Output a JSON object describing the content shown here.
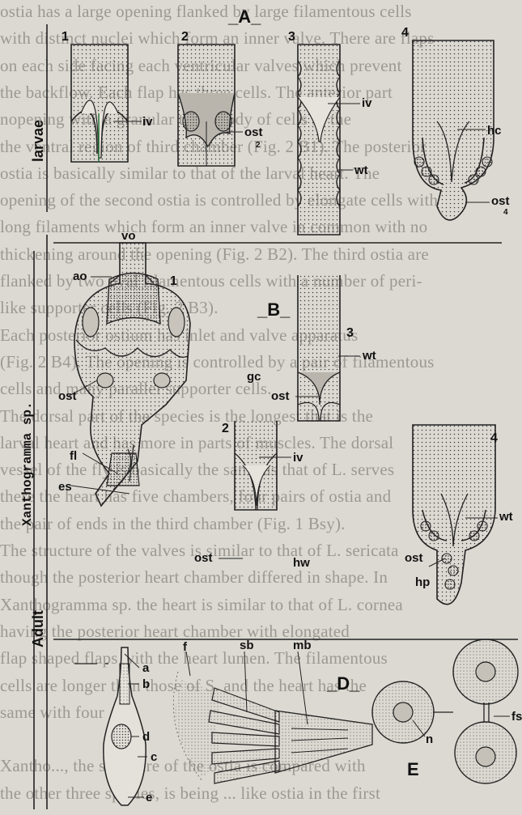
{
  "background_text": [
    "ostia has a large opening flanked by large filamentous cells",
    "with distinct nuclei which form an inner valve. There are flaps",
    "on each side facing each ventricular valves which prevent",
    "the backflow. Each flap has three cells. The anterior part",
    "nopening with a granular thick body of cells in the",
    "the ventral region of third chamber (Fig. 2 B1). The posterior",
    "ostia is basically similar to that of the larval heart. The",
    "opening of the second ostia is controlled by elongate cells with",
    "long filaments which form an inner valve in common with no",
    "thickening around the opening (Fig. 2 B2). The third ostia are",
    "flanked by two oval filamentous cells with a number of peri-",
    "like supporter cells (Fig. 2 B3).",
    "Each posterior ostium has inlet and valve apparatus",
    "(Fig. 2 B4). The opening is controlled by a pair of filamentous",
    "cells and many parallel supporter cells.",
    "The dorsal part of the species is the longest that is the",
    "larval heart and has more in parts of muscles. The dorsal",
    "vessel of the fly is basically the same as that of L. serves",
    "there the heart has five chambers, four pairs of ostia and",
    "the pair of ends in the third chamber (Fig. 1 Bsy).",
    "The structure of the valves is similar to that of L. sericata",
    "though the posterior heart chamber differed in shape. In",
    "Xanthogramma sp. the heart is similar to that of L. cornea",
    "having the posterior heart chamber with elongated",
    "flap shaped flaps with the heart lumen. The filamentous",
    "cells are longer than those of S. and the heart has the",
    "same with four",
    "",
    "Xantho..., the structure of the ostia is compared with",
    "the other three species, is being ... like ostia in the first"
  ],
  "section_labels": {
    "A": "_A_",
    "B": "_B_",
    "D": "_D_",
    "E": "E"
  },
  "side_labels": {
    "species": "Xanthogramma sp.",
    "larvae": "larvae",
    "adult": "Adult"
  },
  "panel_numbers": {
    "A1": "1",
    "A2": "2",
    "A3": "3",
    "A4": "4",
    "B1": "1",
    "B2": "2",
    "B3": "3",
    "B4": "4"
  },
  "part_labels": {
    "iv_a1": "iv",
    "ost_a2": "ost",
    "ost_a2_sub": "2",
    "iv_a3": "iv",
    "wt_a3": "wt",
    "hc_a4": "hc",
    "ost_a4": "ost",
    "ost_a4_sub": "4",
    "vo": "vo",
    "ao": "ao",
    "gc": "gc",
    "ost_b1": "ost",
    "fl": "fl",
    "es": "es",
    "wt_b3": "wt",
    "ost_b3": "ost",
    "iv_b2": "iv",
    "ost_b2": "ost",
    "hw": "hw",
    "wt_b4": "wt",
    "ost_b4": "ost",
    "hp": "hp",
    "a": "a",
    "b": "b",
    "d": "d",
    "c": "c",
    "e": "e",
    "f": "f",
    "sb": "sb",
    "mb": "mb",
    "n": "n",
    "fs": "fs"
  }
}
